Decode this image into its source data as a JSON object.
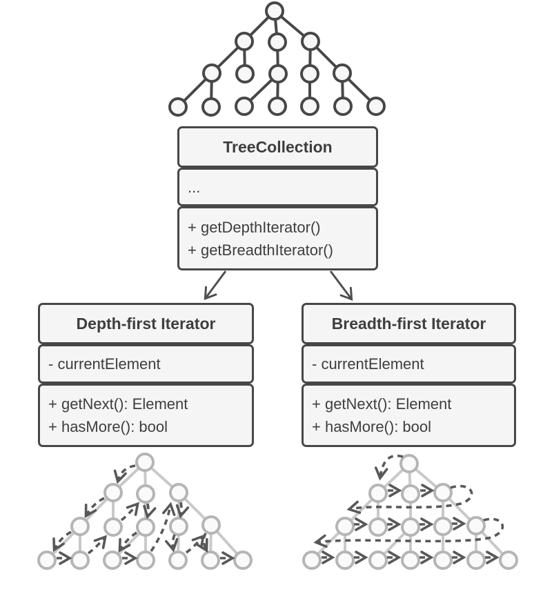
{
  "uml": {
    "tree_collection": {
      "title": "TreeCollection",
      "attributes": [
        "..."
      ],
      "methods": [
        "+ getDepthIterator()",
        "+ getBreadthIterator()"
      ]
    },
    "depth_iterator": {
      "title": "Depth-first Iterator",
      "attributes": [
        "- currentElement"
      ],
      "methods": [
        "+ getNext(): Element",
        "+ hasMore(): bool"
      ]
    },
    "breadth_iterator": {
      "title": "Breadth-first Iterator",
      "attributes": [
        "- currentElement"
      ],
      "methods": [
        "+ getNext(): Element",
        "+ hasMore(): bool"
      ]
    }
  },
  "colors": {
    "dark_stroke": "#474747",
    "box_fill": "#f5f5f5",
    "text": "#3e3e3e",
    "light_node_stroke": "#b5b5b5",
    "light_edge": "#c9c9c9",
    "light_node_fill": "#fafafa",
    "traversal_arrow": "#585858",
    "background": "#ffffff"
  }
}
